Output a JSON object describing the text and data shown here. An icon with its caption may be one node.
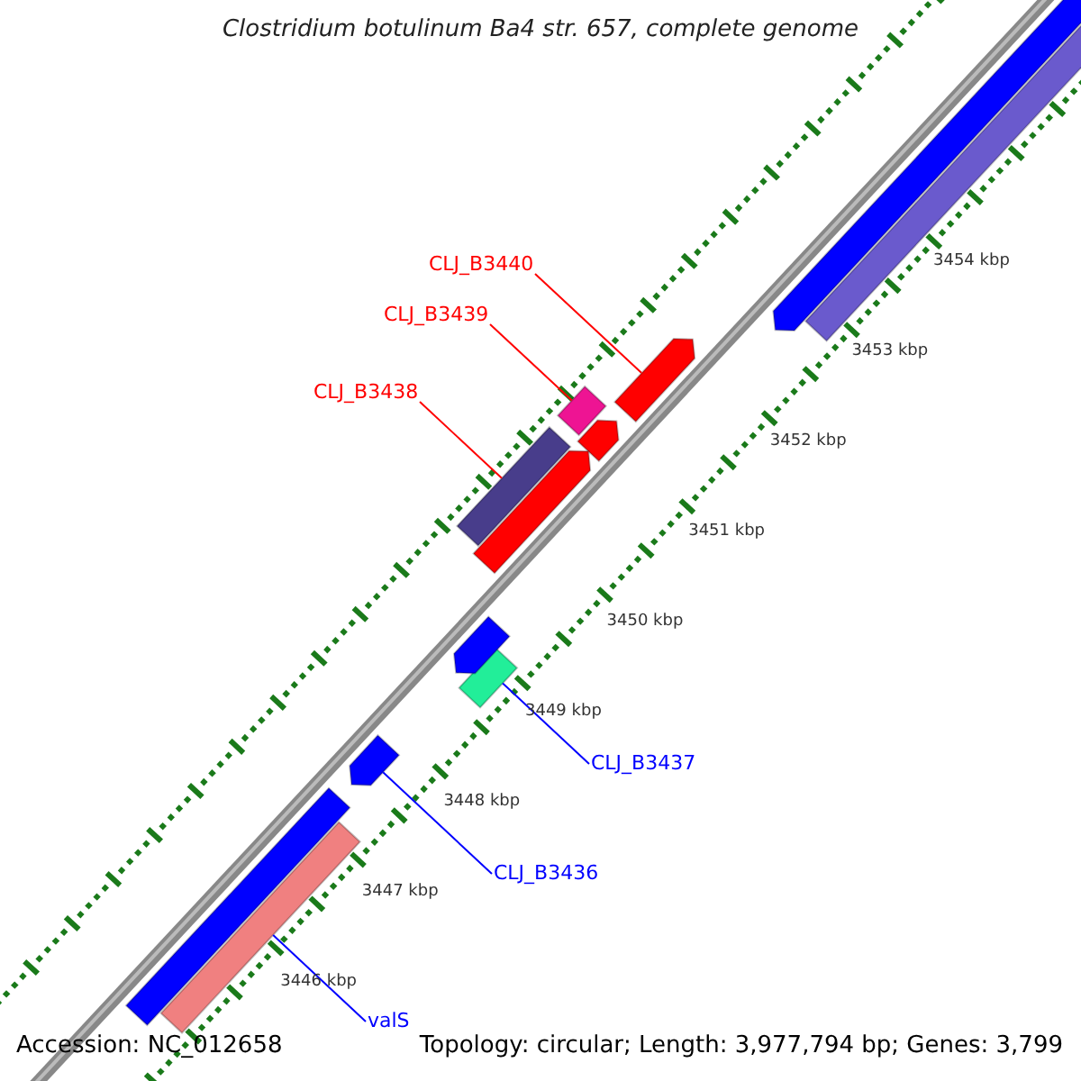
{
  "diagram": {
    "title": "Clostridium botulinum Ba4 str. 657, complete genome",
    "nodes": [
      {
        "text": [
          "CLJ_B3440"
        ]
      },
      {
        "text": [
          "CLJ_B3439"
        ]
      },
      {
        "text": [
          "CLJ_B3438"
        ]
      },
      {
        "text": [
          "CLJ_B3437"
        ]
      },
      {
        "text": [
          "CLJ_B3436"
        ]
      },
      {
        "text": [
          "valS"
        ]
      },
      {
        "text": [],
        "shape": "arrow"
      },
      {
        "text": [],
        "shape": "box"
      },
      {
        "text": [],
        "shape": "bar"
      },
      {
        "text": [],
        "shape": "bar"
      },
      {
        "text": [],
        "shape": "arrow"
      },
      {
        "text": [],
        "shape": "bar"
      },
      {
        "text": [],
        "shape": "arrow"
      },
      {
        "text": [],
        "shape": "bar"
      },
      {
        "text": [],
        "shape": "arrow"
      },
      {
        "text": [],
        "shape": "arrow"
      },
      {
        "text": [],
        "shape": "arrow"
      },
      {
        "text": [],
        "shape": "bar"
      }
    ],
    "edges": [
      {
        "from": 0,
        "to": 6,
        "arrow": "none"
      },
      {
        "from": 1,
        "to": 7,
        "arrow": "none"
      },
      {
        "from": 2,
        "to": 8,
        "arrow": "none"
      },
      {
        "from": 3,
        "to": 9,
        "arrow": "none",
        "color": "#0000ff"
      },
      {
        "from": 4,
        "to": 10,
        "arrow": "none",
        "color": "#0000ff"
      },
      {
        "from": 5,
        "to": 11,
        "arrow": "none",
        "color": "#0000ff"
      }
    ],
    "labels": [
      "3454 kbp",
      "3453 kbp",
      "3452 kbp",
      "3451 kbp",
      "3450 kbp",
      "3449 kbp",
      "3448 kbp",
      "3447 kbp",
      "3446 kbp",
      "Accession: NC_012658",
      "Topology: circular; Length: 3,977,794 bp; Genes: 3,799"
    ]
  }
}
